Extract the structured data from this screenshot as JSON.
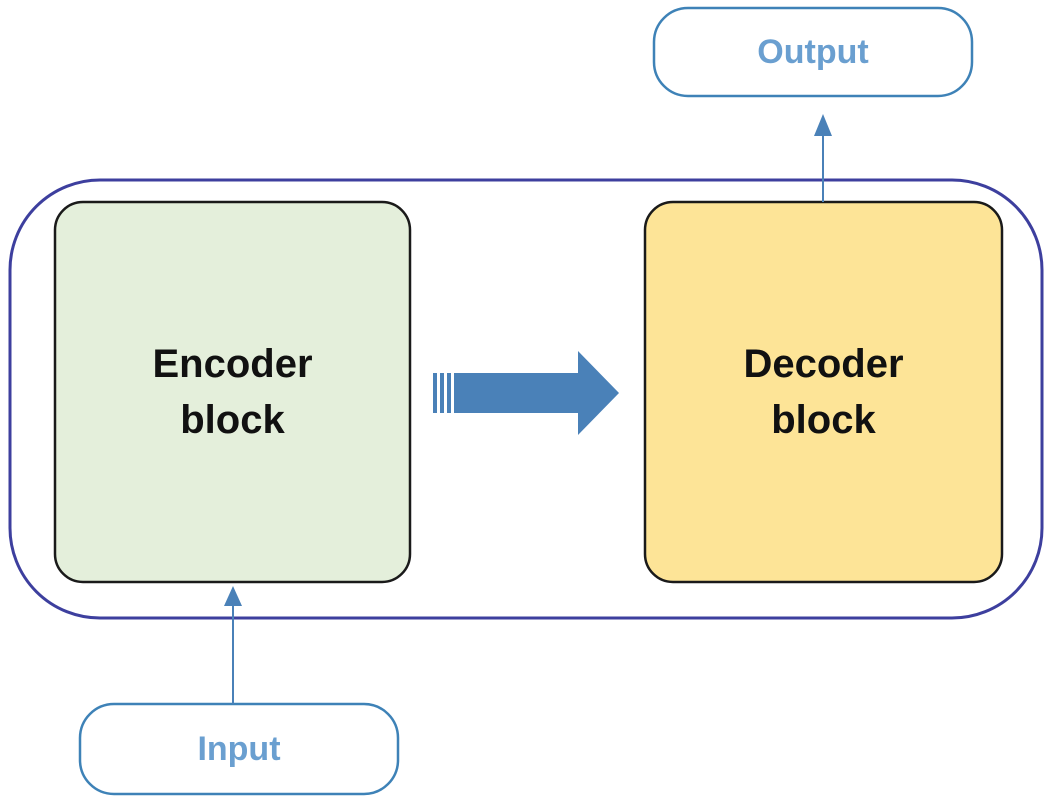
{
  "diagram": {
    "output_label": "Output",
    "input_label": "Input",
    "encoder": {
      "line1": "Encoder",
      "line2": "block"
    },
    "decoder": {
      "line1": "Decoder",
      "line2": "block"
    }
  },
  "colors": {
    "container_border": "#3d3f9e",
    "encoder_fill": "#e4efdb",
    "decoder_fill": "#fde497",
    "block_border": "#1a1a1a",
    "io_border": "#3e82b7",
    "io_text": "#6a9fd0",
    "arrow": "#4a81b8"
  }
}
